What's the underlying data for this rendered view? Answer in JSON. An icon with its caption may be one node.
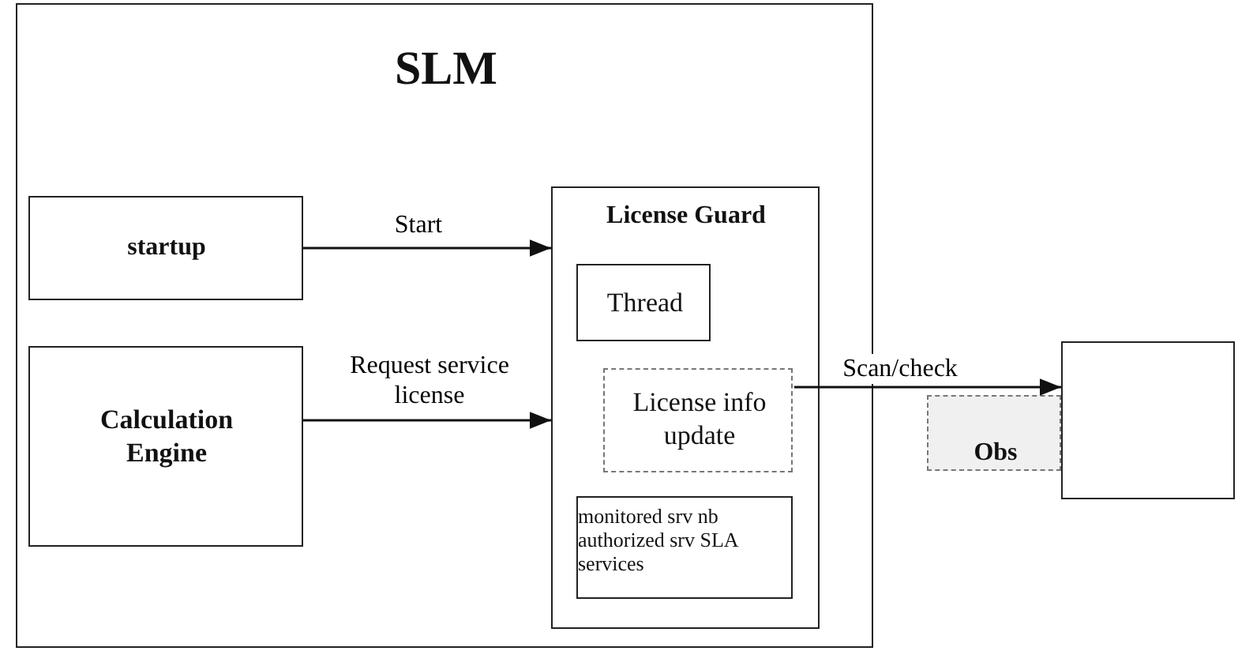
{
  "diagram": {
    "nodes": [
      {
        "text": [
          "SLM"
        ]
      },
      {
        "text": [
          "startup"
        ],
        "in": 0
      },
      {
        "text": [
          "Calculation Engine"
        ],
        "in": 0
      },
      {
        "text": [
          "License Guard"
        ],
        "in": 0
      },
      {
        "text": [
          "Thread"
        ],
        "in": 3
      },
      {
        "text": [
          "License info update"
        ],
        "in": 3
      },
      {
        "text": [
          "monitored srv nb authorized srv SLA services"
        ],
        "in": 3
      },
      {
        "text": [
          "Obs"
        ]
      },
      {
        "text": [],
        "shape": "box"
      }
    ],
    "edges": [
      {
        "from": 1,
        "to": 3,
        "arrow": "to",
        "label": "Start"
      },
      {
        "from": 2,
        "to": 3,
        "arrow": "to",
        "label": "Request service license"
      },
      {
        "from": 5,
        "to": 8,
        "arrow": "to",
        "label": "Scan/check"
      }
    ]
  }
}
